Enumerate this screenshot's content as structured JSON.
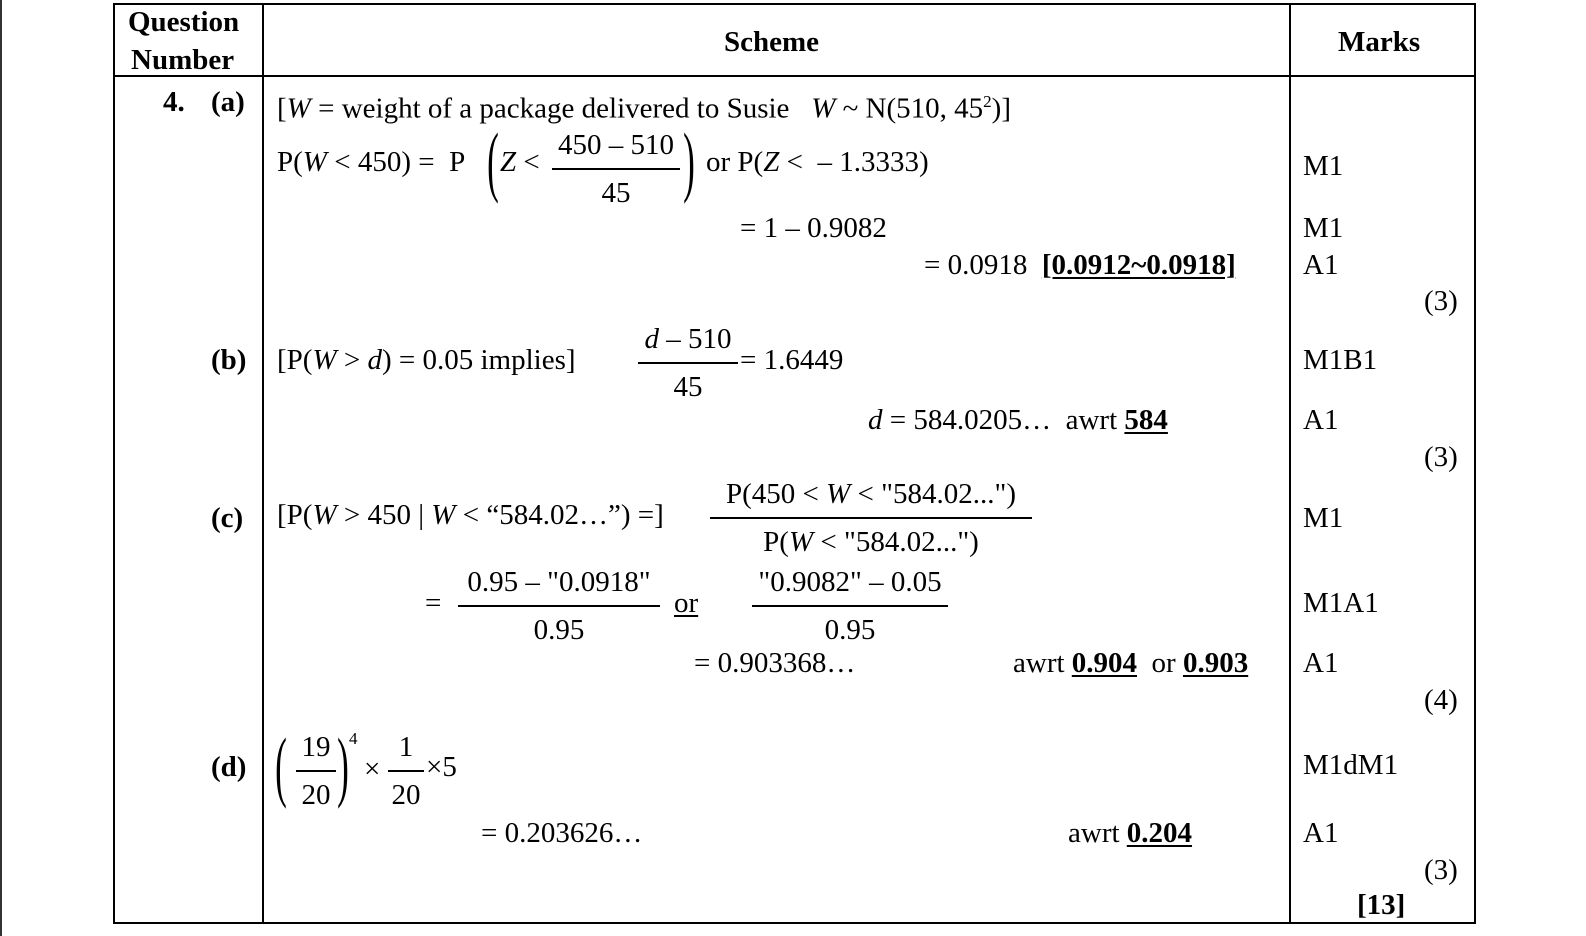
{
  "header": {
    "question_number_line1": "Question",
    "question_number_line2": "Number",
    "scheme": "Scheme",
    "marks": "Marks"
  },
  "question": "4.",
  "a": {
    "label": "(a)",
    "intro": [
      "[",
      "W",
      " = weight of a package delivered to Susie   ",
      "W",
      " ~ N(510, 45",
      "2",
      ")]"
    ],
    "prob_lhs": [
      "P(",
      "W",
      " < 450) =  P"
    ],
    "z_lt": [
      "Z",
      " <"
    ],
    "frac_num": "450 – 510",
    "frac_den": "45",
    "or_alt": [
      "or P(",
      "Z",
      " <  – 1.3333)"
    ],
    "step2": "= 1 – 0.9082",
    "result": "= 0.0918  ",
    "range": "[0.0912~0.0918]",
    "marks": [
      "M1",
      "M1",
      "A1"
    ],
    "total": "(3)"
  },
  "b": {
    "label": "(b)",
    "intro": [
      "[P(",
      "W",
      " > ",
      "d",
      ") = 0.05 implies]"
    ],
    "frac_num": [
      "d",
      " – 510"
    ],
    "frac_den": "45",
    "eq": "= 1.6449",
    "result": [
      "d",
      " = 584.0205…  awrt "
    ],
    "answer": "584",
    "marks": [
      "M1B1",
      "A1"
    ],
    "total": "(3)"
  },
  "c": {
    "label": "(c)",
    "intro": [
      "[P(",
      "W",
      " > 450 | ",
      "W",
      " < “584.02…”) =]"
    ],
    "frac_num": [
      "P(450 < ",
      "W",
      " < \"584.02...\")"
    ],
    "frac_den": [
      "P(",
      "W",
      " < \"584.02...\")"
    ],
    "eq": "=",
    "frac2_num": "0.95 – \"0.0918\"",
    "frac2_den": "0.95",
    "or": "or",
    "frac3_num": "\"0.9082\" – 0.05",
    "frac3_den": "0.95",
    "result": "= 0.903368…",
    "awrt": "awrt ",
    "answer1": "0.904",
    "or2": "  or ",
    "answer2": "0.903",
    "marks": [
      "M1",
      "M1A1",
      "A1"
    ],
    "total": "(4)"
  },
  "d": {
    "label": "(d)",
    "frac1_num": "19",
    "frac1_den": "20",
    "power": "4",
    "times": "×",
    "frac2_num": "1",
    "frac2_den": "20",
    "times5": "×5",
    "result": "= 0.203626…",
    "awrt": "awrt ",
    "answer": "0.204",
    "marks": [
      "M1dM1",
      "A1"
    ],
    "total": "(3)"
  },
  "grand_total": "[13]"
}
